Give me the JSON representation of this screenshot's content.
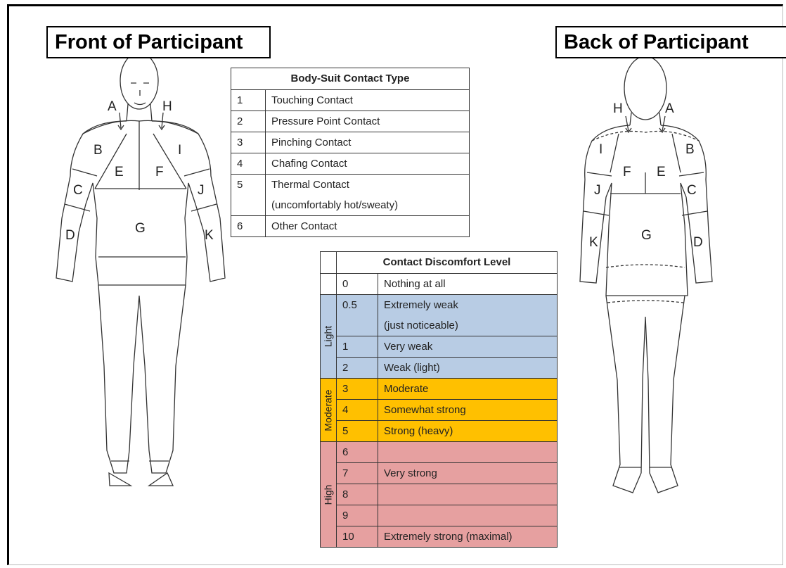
{
  "titles": {
    "front": "Front of Participant",
    "back": "Back of Participant"
  },
  "front_regions": [
    "A",
    "H",
    "B",
    "I",
    "E",
    "F",
    "C",
    "J",
    "G",
    "D",
    "K"
  ],
  "back_regions": [
    "H",
    "A",
    "I",
    "B",
    "F",
    "E",
    "J",
    "C",
    "G",
    "K",
    "D"
  ],
  "contact_type": {
    "header": "Body-Suit Contact Type",
    "rows": [
      {
        "num": "1",
        "label": "Touching Contact"
      },
      {
        "num": "2",
        "label": "Pressure Point Contact"
      },
      {
        "num": "3",
        "label": "Pinching Contact"
      },
      {
        "num": "4",
        "label": "Chafing Contact"
      },
      {
        "num": "5",
        "label": "Thermal Contact",
        "label2": "(uncomfortably hot/sweaty)"
      },
      {
        "num": "6",
        "label": "Other Contact"
      }
    ]
  },
  "discomfort": {
    "header": "Contact Discomfort Level",
    "groups": [
      {
        "name": "",
        "color": "#ffffff"
      },
      {
        "name": "Light",
        "color": "#b8cce4"
      },
      {
        "name": "Moderate",
        "color": "#ffc000"
      },
      {
        "name": "High",
        "color": "#e6a0a0"
      }
    ],
    "rows": [
      {
        "value": "0",
        "label": "Nothing at all"
      },
      {
        "value": "0.5",
        "label": "Extremely weak",
        "label2": "(just noticeable)"
      },
      {
        "value": "1",
        "label": "Very weak"
      },
      {
        "value": "2",
        "label": "Weak (light)"
      },
      {
        "value": "3",
        "label": "Moderate"
      },
      {
        "value": "4",
        "label": "Somewhat strong"
      },
      {
        "value": "5",
        "label": "Strong (heavy)"
      },
      {
        "value": "6",
        "label": ""
      },
      {
        "value": "7",
        "label": "Very strong"
      },
      {
        "value": "8",
        "label": ""
      },
      {
        "value": "9",
        "label": ""
      },
      {
        "value": "10",
        "label": "Extremely strong (maximal)"
      }
    ]
  }
}
